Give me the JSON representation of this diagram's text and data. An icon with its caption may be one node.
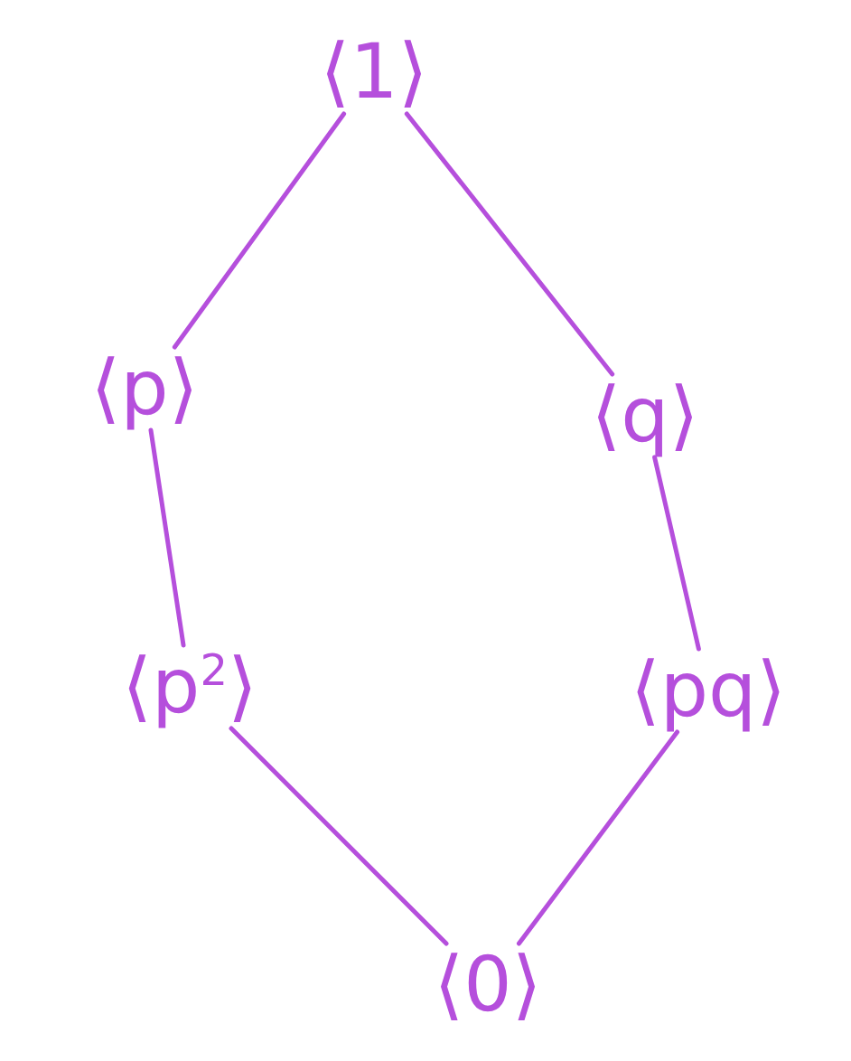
{
  "diagram": {
    "nodes": [
      {
        "text": [
          "⟨1⟩"
        ]
      },
      {
        "text": [
          "⟨p⟩"
        ]
      },
      {
        "text": [
          "⟨q⟩"
        ]
      },
      {
        "text": [
          "⟨p$^{2}$⟩"
        ]
      },
      {
        "text": [
          "⟨pq⟩"
        ]
      },
      {
        "text": [
          "⟨0⟩"
        ]
      }
    ],
    "edges": [
      {
        "from": 0,
        "to": 1,
        "arrow": "none"
      },
      {
        "from": 0,
        "to": 2,
        "arrow": "none"
      },
      {
        "from": 1,
        "to": 3,
        "arrow": "none"
      },
      {
        "from": 2,
        "to": 4,
        "arrow": "none"
      },
      {
        "from": 3,
        "to": 5,
        "arrow": "none"
      },
      {
        "from": 4,
        "to": 5,
        "arrow": "none"
      }
    ]
  }
}
